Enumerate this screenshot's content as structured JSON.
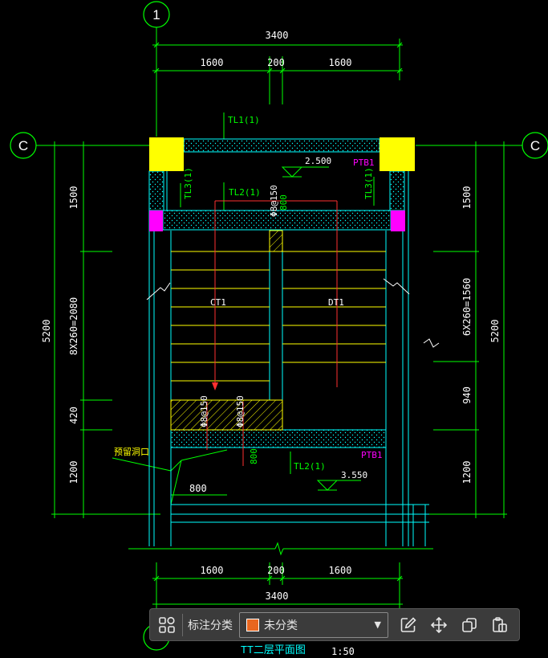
{
  "drawing": {
    "axis_top": "1",
    "axis_left": "C",
    "axis_right": "C",
    "dim_top_total": "3400",
    "dim_top_segments": [
      "1600",
      "200",
      "1600"
    ],
    "dim_bottom_total": "3400",
    "dim_bottom_segments": [
      "1600",
      "200",
      "1600"
    ],
    "dim_left_total": "5200",
    "dim_left_segments": [
      "1500",
      "8X260=2080",
      "420",
      "1200"
    ],
    "dim_right_total": "5200",
    "dim_right_segments": [
      "1500",
      "6X260=1560",
      "940",
      "1200"
    ],
    "beam_tl1_top": "TL1(1)",
    "beam_tl3_left": "TL3(1)",
    "beam_tl3_right": "TL3(1)",
    "beam_tl2_top": "TL2(1)",
    "beam_tl2_bottom": "TL2(1)",
    "slab_top": "PTB1",
    "slab_bottom": "PTB1",
    "elev_top": "2.500",
    "elev_bottom": "3.550",
    "stair_left": "CT1",
    "stair_right": "DT1",
    "rebar_top": "Φ8@150",
    "rebar_top_len": "800",
    "rebar_bottom_a": "Φ8@150",
    "rebar_bottom_b": "Φ8@150",
    "rebar_bottom_len": "800",
    "note_label": "预留洞口",
    "note_dim": "800",
    "title": "TT二层平面图",
    "scale": "1:50"
  },
  "toolbar": {
    "label": "标注分类",
    "selected": "未分类",
    "swatch_color": "#e8661f"
  },
  "colors": {
    "grid": "#00ff00",
    "wall": "#00ffff",
    "column": "#ffff00",
    "column_small": "#ff00ff",
    "steps": "#ffff00",
    "annotation": "#ff00ff",
    "red": "#ff3030"
  }
}
